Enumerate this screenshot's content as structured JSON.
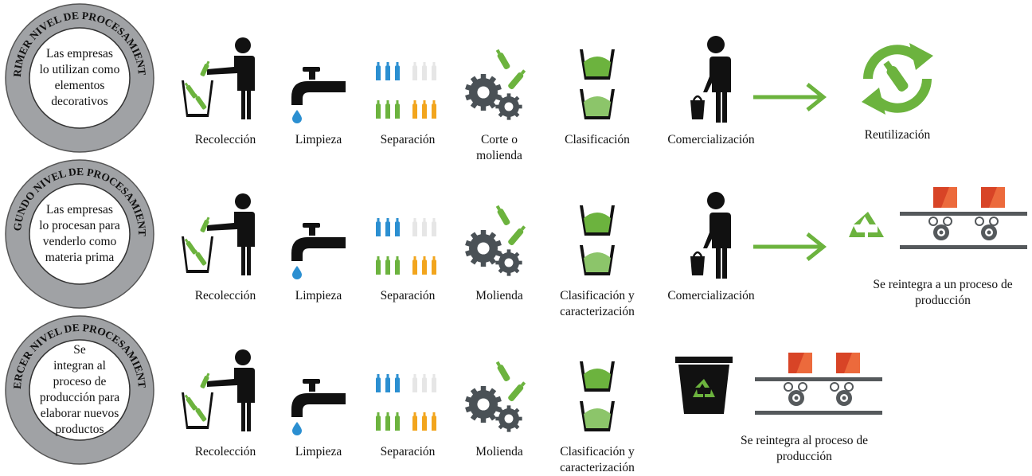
{
  "colors": {
    "green": "#6cb33e",
    "light_green": "#8cc56a",
    "blue": "#2b8fd1",
    "orange": "#f2a51d",
    "gray": "#9ea1a4",
    "light_gray": "#e6e6e6",
    "box": "#d84426",
    "black": "#111111"
  },
  "levels": [
    {
      "title": "PRIMER NIVEL DE PROCESAMIENTO",
      "desc": [
        "Las empresas",
        "lo utilizan como",
        "elementos",
        "decorativos"
      ],
      "steps": [
        {
          "icon": "collection-icon",
          "label": "Recolección"
        },
        {
          "icon": "faucet-icon",
          "label": "Limpieza"
        },
        {
          "icon": "bottles-icon",
          "label": "Separación"
        },
        {
          "icon": "gears-icon",
          "label": "Corte o molienda"
        },
        {
          "icon": "cups-icon",
          "label": "Clasificación"
        },
        {
          "icon": "person-bag-icon",
          "label": "Comercialización"
        }
      ],
      "result": {
        "icon": "reuse-cycle-icon",
        "label": "Reutilización"
      }
    },
    {
      "title": "SEGUNDO NIVEL DE PROCESAMIENTO",
      "desc": [
        "Las empresas",
        "lo procesan para",
        "venderlo como",
        "materia prima"
      ],
      "steps": [
        {
          "icon": "collection-icon",
          "label": "Recolección"
        },
        {
          "icon": "faucet-icon",
          "label": "Limpieza"
        },
        {
          "icon": "bottles-icon",
          "label": "Separación"
        },
        {
          "icon": "gears-icon",
          "label": "Molienda"
        },
        {
          "icon": "cups-icon",
          "label": "Clasificación y caracterización"
        },
        {
          "icon": "person-bag-icon",
          "label": "Comercialización"
        }
      ],
      "result": {
        "icon": "recycle-conveyor-icon",
        "label": "Se reintegra a un proceso de producción"
      }
    },
    {
      "title": "TERCER NIVEL DE PROCESAMIENTO",
      "desc": [
        "Se",
        "integran al",
        "proceso de",
        "producción para",
        "elaborar nuevos",
        "productos"
      ],
      "steps": [
        {
          "icon": "collection-icon",
          "label": "Recolección"
        },
        {
          "icon": "faucet-icon",
          "label": "Limpieza"
        },
        {
          "icon": "bottles-icon",
          "label": "Separación"
        },
        {
          "icon": "gears-icon",
          "label": "Molienda"
        },
        {
          "icon": "cups-icon",
          "label": "Clasificación y caracterización"
        }
      ],
      "result": {
        "icon": "recycle-bin-conveyor-icon",
        "label": "Se reintegra al proceso de producción"
      }
    }
  ]
}
